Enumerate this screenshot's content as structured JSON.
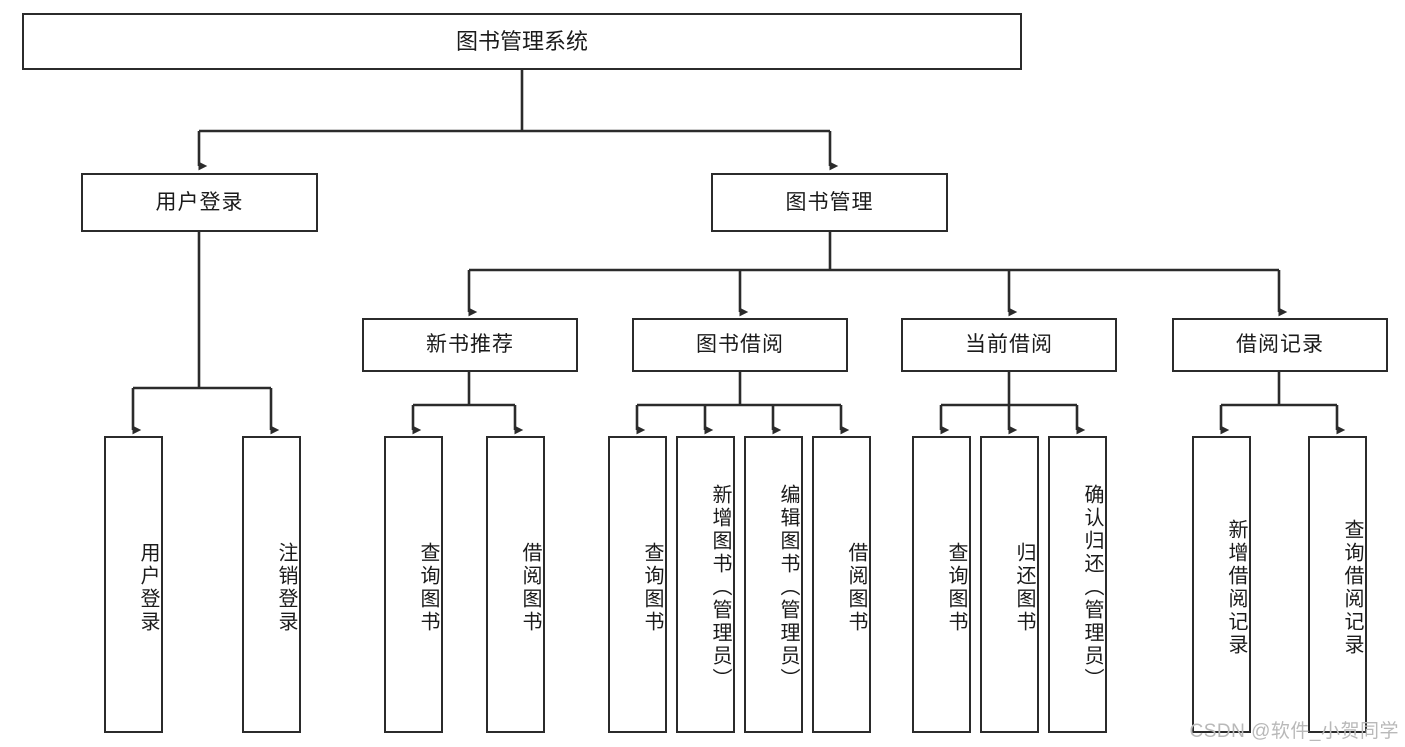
{
  "diagram": {
    "title": "图书管理系统",
    "type": "tree-hierarchy-chart",
    "colors": {
      "box_border": "#2b2b2b",
      "box_fill": "#ffffff",
      "connector": "#2b2b2b",
      "watermark": "#b9b9b9",
      "background": "#ffffff"
    },
    "watermark": "CSDN @软件_小贺同学",
    "root": {
      "label": "图书管理系统"
    },
    "level1": [
      {
        "label": "用户登录"
      },
      {
        "label": "图书管理"
      }
    ],
    "level2": [
      {
        "label": "新书推荐"
      },
      {
        "label": "图书借阅"
      },
      {
        "label": "当前借阅"
      },
      {
        "label": "借阅记录"
      }
    ],
    "leaves": {
      "user_login": [
        {
          "label": "用户登录"
        },
        {
          "label": "注销登录"
        }
      ],
      "new_book_recommend": [
        {
          "label": "查询图书"
        },
        {
          "label": "借阅图书"
        }
      ],
      "book_borrow": [
        {
          "label": "查询图书"
        },
        {
          "label": "新增图书（管理员）"
        },
        {
          "label": "编辑图书（管理员）"
        },
        {
          "label": "借阅图书"
        }
      ],
      "current_borrow": [
        {
          "label": "查询图书"
        },
        {
          "label": "归还图书"
        },
        {
          "label": "确认归还（管理员）"
        }
      ],
      "borrow_record": [
        {
          "label": "新增借阅记录"
        },
        {
          "label": "查询借阅记录"
        }
      ]
    }
  }
}
